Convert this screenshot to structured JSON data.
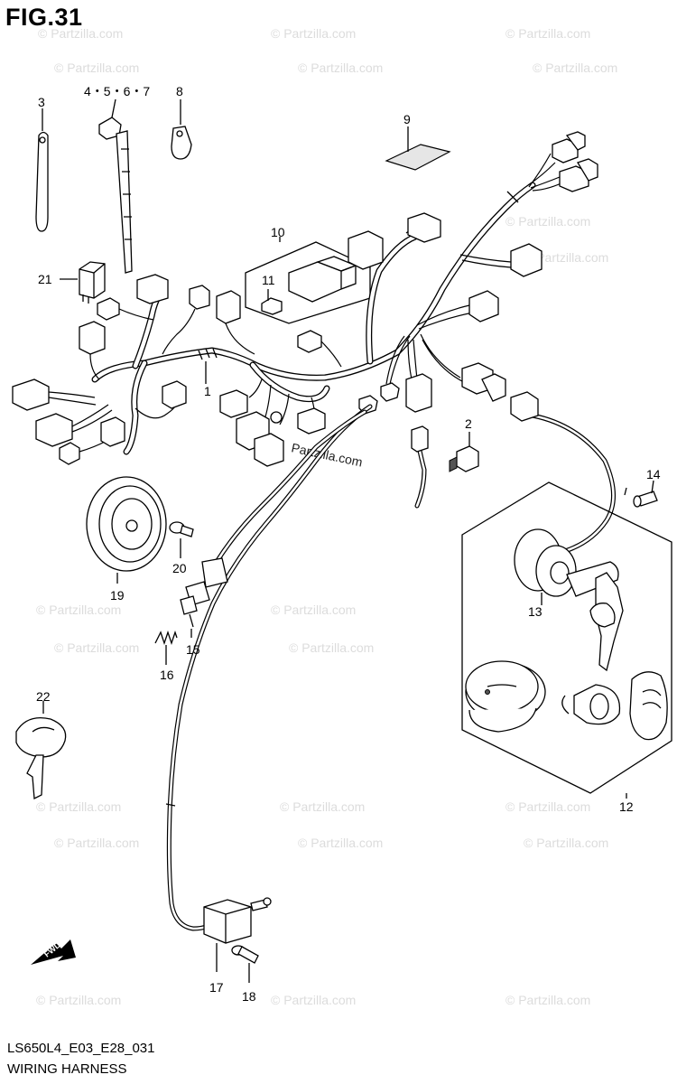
{
  "figure": {
    "title": "FIG.31",
    "code": "LS650L4_E03_E28_031",
    "name": "WIRING HARNESS"
  },
  "watermark": {
    "text": "© Partzilla.com",
    "inline_text": "Partzilla.com"
  },
  "callouts": {
    "c1": "1",
    "c2": "2",
    "c3": "3",
    "c4567": "4・5・6・7",
    "c8": "8",
    "c9": "9",
    "c10": "10",
    "c11": "11",
    "c12": "12",
    "c13": "13",
    "c14": "14",
    "c15": "15",
    "c16": "16",
    "c17": "17",
    "c18": "18",
    "c19": "19",
    "c20": "20",
    "c21": "21",
    "c22": "22"
  },
  "fwd_label": "FWD"
}
